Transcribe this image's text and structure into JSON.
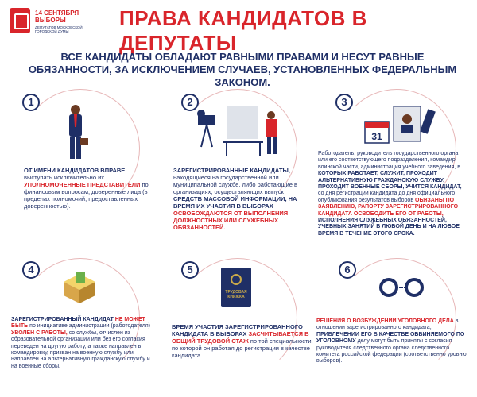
{
  "logo": {
    "date": "14 СЕНТЯБРЯ\nВЫБОРЫ",
    "sub": "ДЕПУТАТОВ МОСКОВСКОЙ ГОРОДСКОЙ ДУМЫ"
  },
  "title": "ПРАВА КАНДИДАТОВ В ДЕПУТАТЫ",
  "lead": "ВСЕ КАНДИДАТЫ ОБЛАДАЮТ РАВНЫМИ ПРАВАМИ И НЕСУТ РАВНЫЕ ОБЯЗАННОСТИ, ЗА ИСКЛЮЧЕНИЕМ СЛУЧАЕВ, УСТАНОВЛЕННЫХ ФЕДЕРАЛЬНЫМ ЗАКОНОМ.",
  "cards": [
    {
      "n": "1",
      "t1": "ОТ ИМЕНИ КАНДИДАТОВ ВПРАВЕ",
      "t2": "выступать исключительно их",
      "t3": "УПОЛНОМОЧЕННЫЕ ПРЕДСТАВИТЕЛИ",
      "t4": "по финансовым вопросам, доверенные лица (в пределах полномочий, предоставленных доверенностью)."
    },
    {
      "n": "2",
      "t1": "ЗАРЕГИСТРИРОВАННЫЕ КАНДИДАТЫ,",
      "t2": "находящиеся на государственной или муниципальной службе, либо работающие в организациях, осуществляющих выпуск",
      "t3": "СРЕДСТВ МАССОВОЙ ИНФОРМАЦИИ, НА ВРЕМЯ ИХ УЧАСТИЯ В ВЫБОРАХ",
      "t4": "ОСВОБОЖДАЮТСЯ ОТ ВЫПОЛНЕНИЯ ДОЛЖНОСТНЫХ ИЛИ СЛУЖЕБНЫХ ОБЯЗАННОСТЕЙ."
    },
    {
      "n": "3",
      "t1": "Работодатель, руководитель государственного органа или его соответствующего подразделения, командир воинской части, администрация учебного заведения, в",
      "t2": "КОТОРЫХ РАБОТАЕТ,",
      "t3": "СЛУЖИТ, ПРОХОДИТ АЛЬТЕРНАТИВНУЮ ГРАЖДАНСКУЮ СЛУЖБУ, ПРОХОДИТ ВОЕННЫЕ СБОРЫ, УЧИТСЯ",
      "t4": "КАНДИДАТ,",
      "t5": "со дня регистрации кандидата до дня официального опубликования результатов выборов",
      "t6": "ОБЯЗАНЫ ПО ЗАЯВЛЕНИЮ, РАПОРТУ ЗАРЕГИСТРИРОВАННОГО КАНДИДАТА ОСВОБОДИТЬ ЕГО ОТ РАБОТЫ,",
      "t7": "ИСПОЛНЕНИЯ СЛУЖЕБНЫХ ОБЯЗАННОСТЕЙ, УЧЕБНЫХ ЗАНЯТИЙ В ЛЮБОЙ ДЕНЬ И НА ЛЮБОЕ ВРЕМЯ В ТЕЧЕНИЕ ЭТОГО СРОКА."
    },
    {
      "n": "4",
      "t1": "ЗАРЕГИСТРИРОВАННЫЙ КАНДИДАТ",
      "t2": "НЕ МОЖЕТ БЫТЬ",
      "t3": "по инициативе администрации (работодателя)",
      "t4": "УВОЛЕН С РАБОТЫ,",
      "t5": "со службы, отчислен из образовательной организации или без его согласия переведен на другую работу, а также направлен в командировку, призван на военную службу или направлен на альтернативную гражданскую службу и на военные сборы."
    },
    {
      "n": "5",
      "badge": "ТРУДОВАЯ КНИЖКА",
      "t1": "ВРЕМЯ УЧАСТИЯ ЗАРЕГИСТРИРОВАННОГО КАНДИДАТА В ВЫБОРАХ",
      "t2": "ЗАСЧИТЫВАЕТСЯ В ОБЩИЙ ТРУДОВОЙ СТАЖ",
      "t3": "по той специальности, по которой он работал до регистрации в качестве кандидата."
    },
    {
      "n": "6",
      "t1": "РЕШЕНИЯ О ВОЗБУЖДЕНИИ УГОЛОВНОГО ДЕЛА",
      "t2": "в отношении зарегистрированного кандидата,",
      "t3": "ПРИВЛЕЧЕНИИ ЕГО В КАЧЕСТВЕ ОБВИНЯЕМОГО ПО УГОЛОВНОМУ",
      "t4": "делу могут быть приняты с согласия руководителя следственного органа следственного комитета российской федерации",
      "t5": "(соответственно уровню выборов)."
    }
  ],
  "icons": {
    "calendar_day": "31"
  },
  "colors": {
    "brand_red": "#d9252b",
    "navy": "#1f2f66",
    "arc_pink": "#e7b7b8"
  }
}
